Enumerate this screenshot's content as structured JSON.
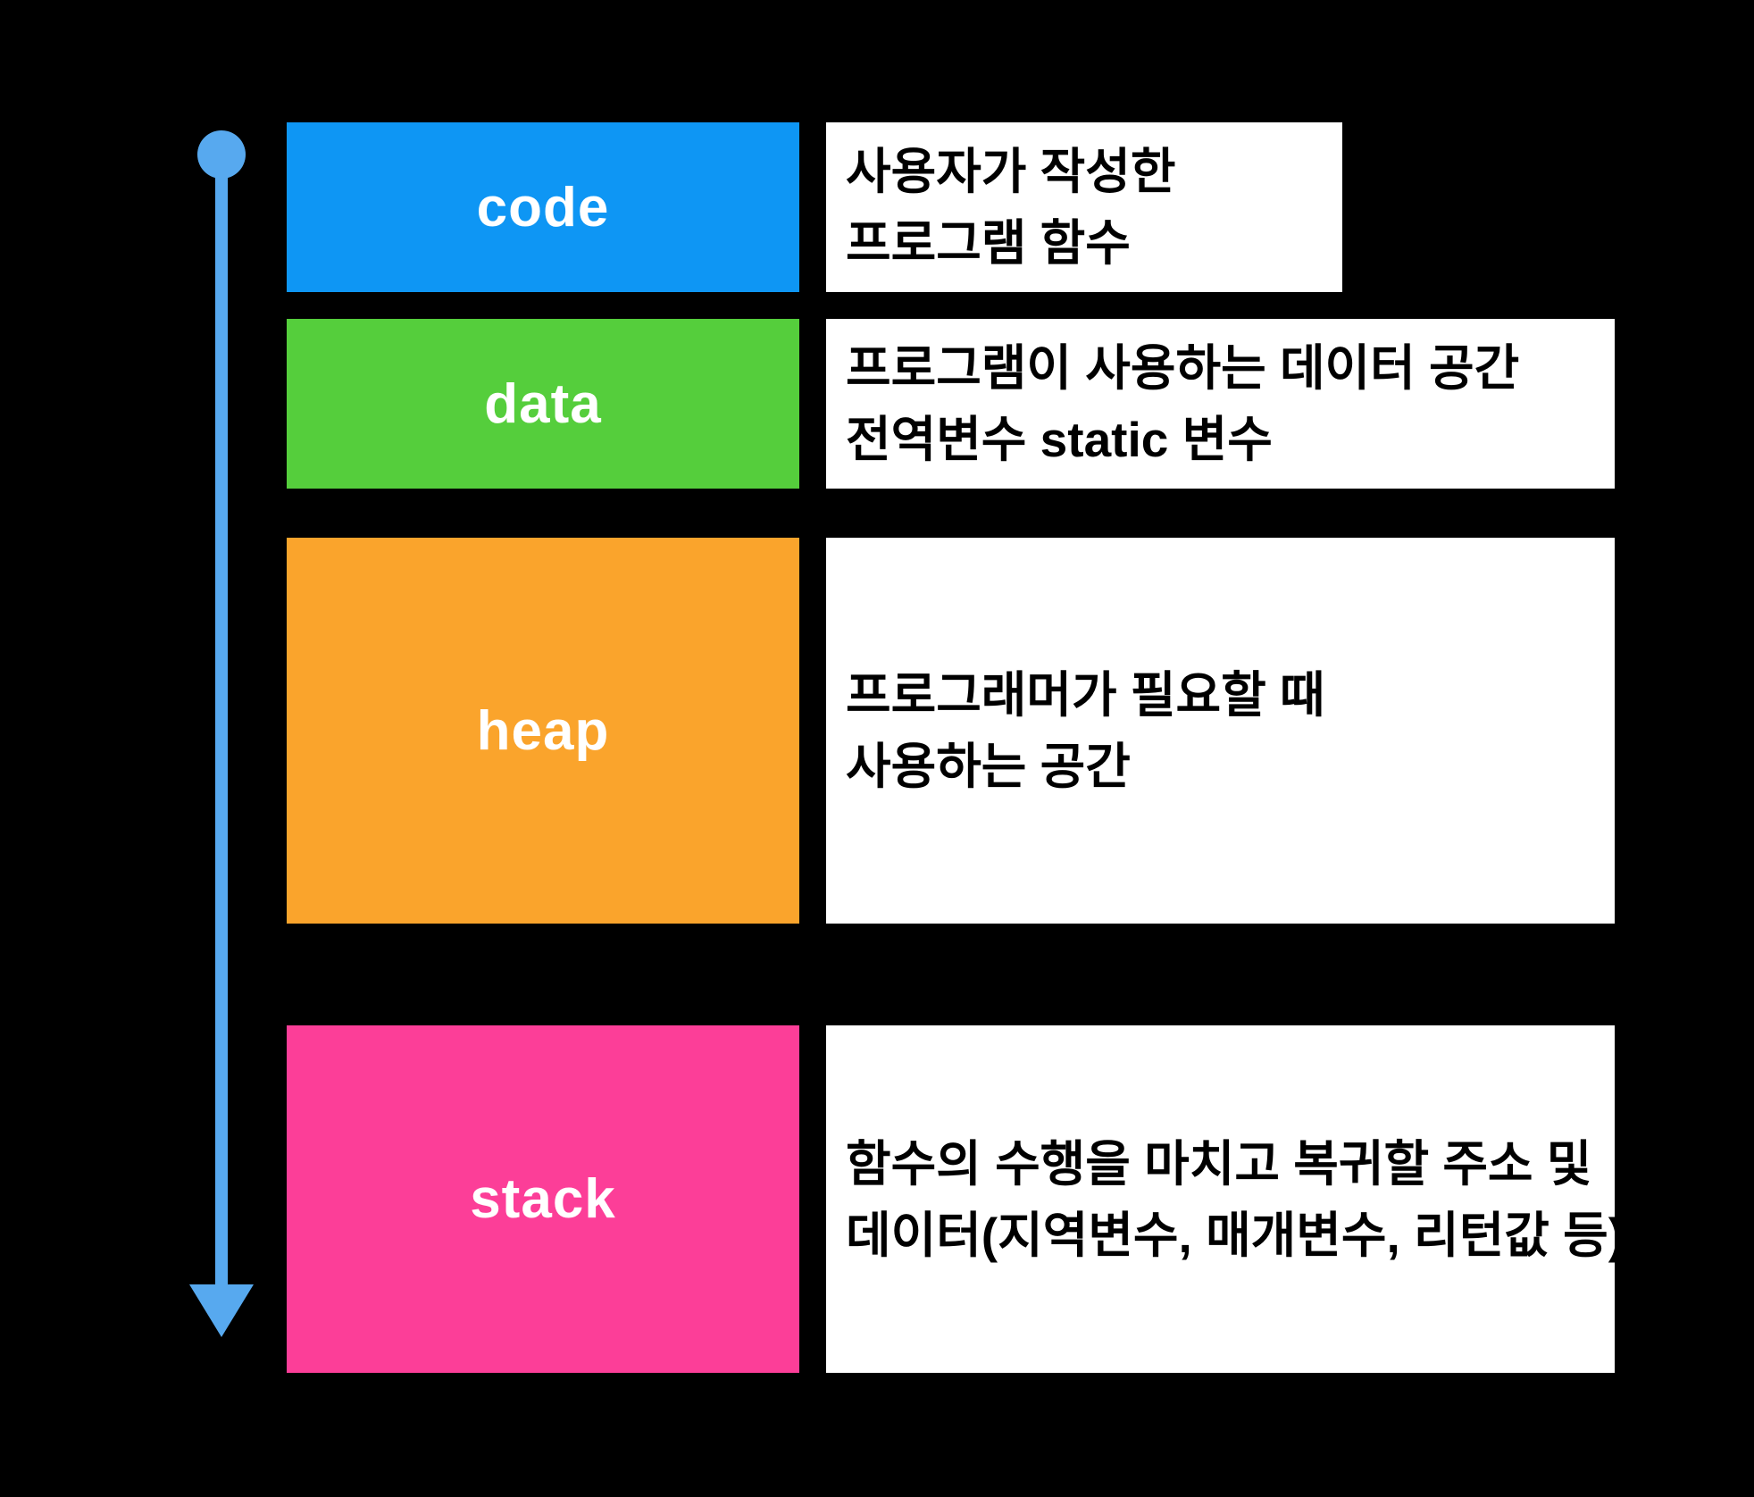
{
  "arrow": {
    "name": "downward-memory-address-arrow",
    "color": "#57A9EF"
  },
  "sections": [
    {
      "label": "code",
      "color": "#0E96F4",
      "desc_lines": [
        "사용자가 작성한",
        "프로그램 함수"
      ]
    },
    {
      "label": "data",
      "color": "#55CE3C",
      "desc_lines": [
        "프로그램이 사용하는 데이터 공간",
        "전역변수 static 변수"
      ]
    },
    {
      "label": "heap",
      "color": "#FAA42C",
      "desc_lines": [
        "프로그래머가 필요할 때",
        "사용하는 공간"
      ]
    },
    {
      "label": "stack",
      "color": "#FC3E98",
      "desc_lines": [
        "함수의 수행을 마치고 복귀할 주소 및",
        "데이터(지역변수, 매개변수, 리턴값 등)"
      ]
    }
  ]
}
